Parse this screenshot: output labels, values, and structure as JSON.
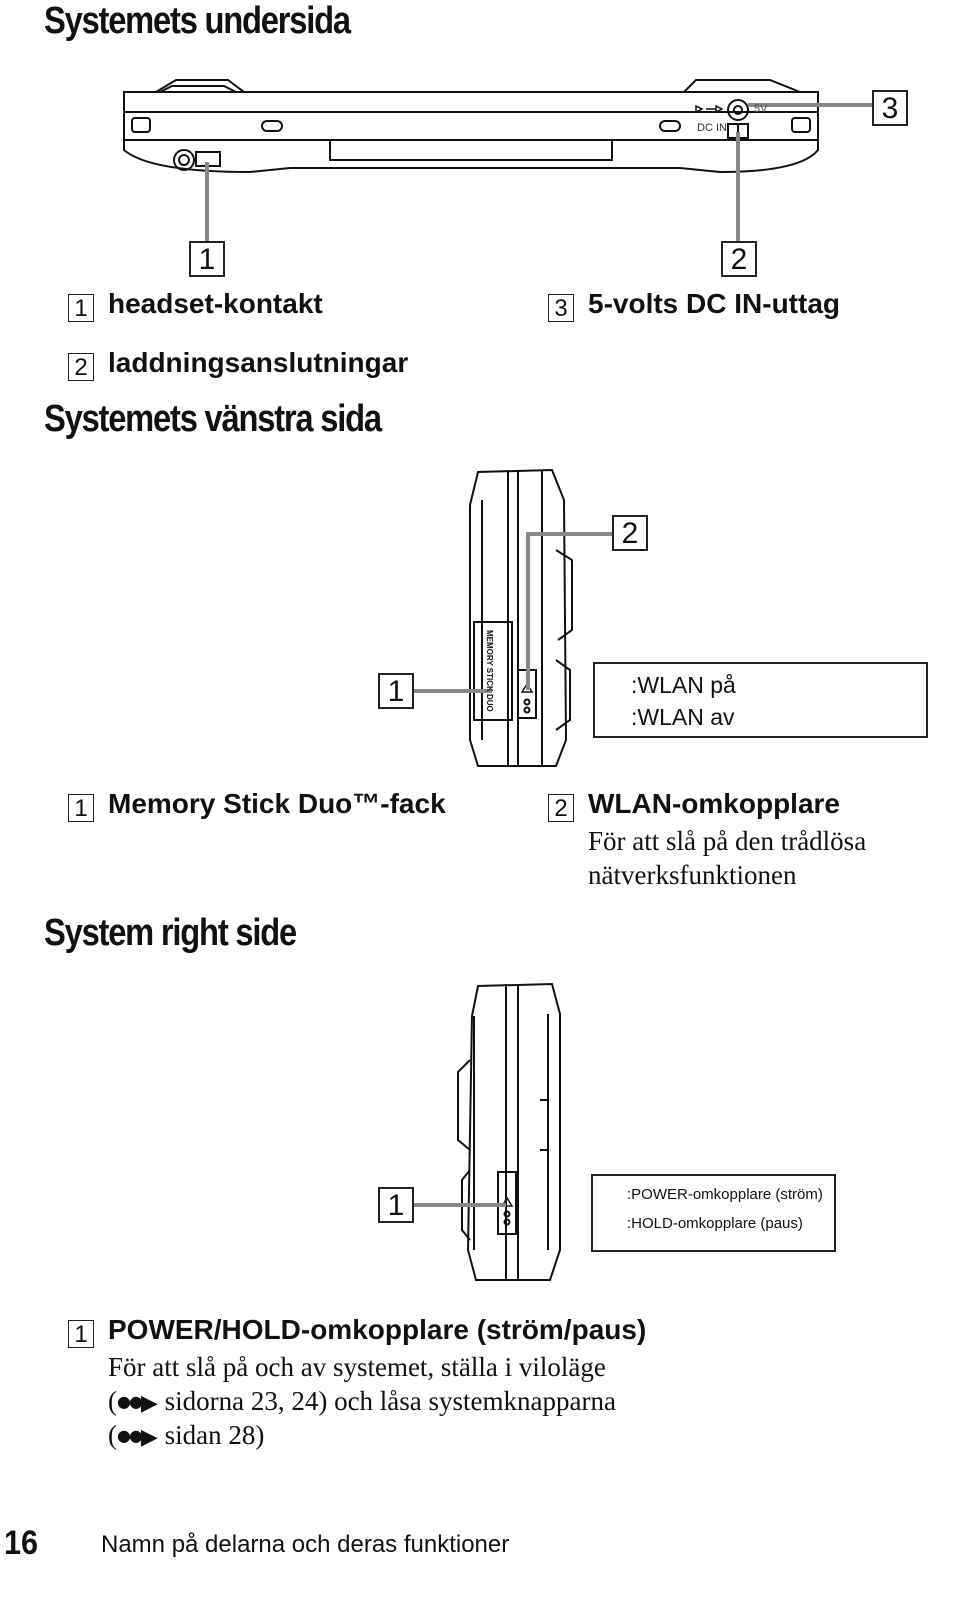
{
  "sections": {
    "bottom": {
      "title": "Systemets undersida",
      "items": [
        {
          "num": "1",
          "label": "headset-kontakt"
        },
        {
          "num": "2",
          "label": "laddningsanslutningar"
        },
        {
          "num": "3",
          "label": "5-volts DC IN-uttag"
        }
      ],
      "device_labels": {
        "dc_in": "DC IN",
        "volt": "5V"
      }
    },
    "left": {
      "title": "Systemets vänstra sida",
      "items": [
        {
          "num": "1",
          "label": "Memory Stick Duo™-fack"
        },
        {
          "num": "2",
          "label": "WLAN-omkopplare",
          "desc_lines": [
            "För att slå på den trådlösa",
            "nätverksfunktionen"
          ]
        }
      ],
      "legend": {
        "up": ":WLAN på",
        "down": ":WLAN av"
      },
      "slot_label": "MEMORY STICK DUO"
    },
    "right": {
      "title": "System right side",
      "items": [
        {
          "num": "1",
          "label": "POWER/HOLD-omkopplare (ström/paus)",
          "desc_lines": [
            "För att slå på och av systemet, ställa i viloläge",
            "sidorna 23, 24) och låsa systemknapparna",
            "sidan 28)"
          ]
        }
      ],
      "legend": {
        "up": ":POWER-omkopplare (ström)",
        "down": ":HOLD-omkopplare (paus)"
      }
    }
  },
  "ref_paren": "(",
  "footer": {
    "page_number": "16",
    "text": "Namn på delarna och deras funktioner"
  }
}
